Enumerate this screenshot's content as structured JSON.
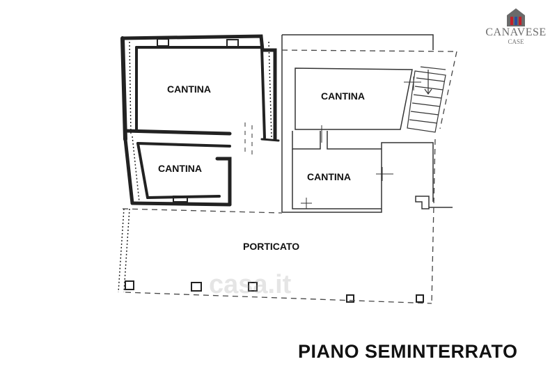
{
  "plan": {
    "rooms": [
      {
        "id": "cantina-1",
        "label": "CANTINA"
      },
      {
        "id": "cantina-2",
        "label": "CANTINA"
      },
      {
        "id": "cantina-3",
        "label": "CANTINA"
      },
      {
        "id": "cantina-4",
        "label": "CANTINA"
      },
      {
        "id": "porticato",
        "label": "PORTICATO"
      }
    ],
    "floor_title": "PIANO SEMINTERRATO"
  },
  "logo": {
    "name": "CANAVESE",
    "sub": "CASE",
    "colors": {
      "red": "#c0202a",
      "blue": "#2a4fa0",
      "gray": "#6a6a6a"
    }
  },
  "watermark": "casa.it"
}
